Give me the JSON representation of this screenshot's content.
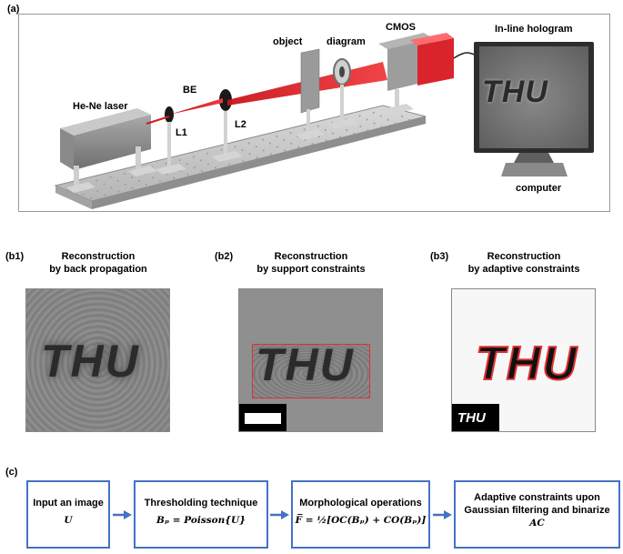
{
  "panels": {
    "a": "(a)",
    "b1": "(b1)",
    "b2": "(b2)",
    "b3": "(b3)",
    "c": "(c)"
  },
  "setup": {
    "laser": "He-Ne laser",
    "be": "BE",
    "l1": "L1",
    "l2": "L2",
    "object": "object",
    "diagram": "diagram",
    "cmos": "CMOS",
    "hologram": "In-line hologram",
    "computer": "computer",
    "monitor_text": "THU"
  },
  "reconstructions": [
    {
      "line1": "Reconstruction",
      "line2": "by back propagation",
      "text": "THU"
    },
    {
      "line1": "Reconstruction",
      "line2": "by support constraints",
      "text": "THU"
    },
    {
      "line1": "Reconstruction",
      "line2": "by adaptive constraints",
      "text": "THU",
      "inset_text": "THU"
    }
  ],
  "flow": [
    {
      "title": "Input an image",
      "formula": "U"
    },
    {
      "title": "Thresholding technique",
      "formula": "Bₚ = Poisson{U}"
    },
    {
      "title": "Morphological operations",
      "formula": "F̅ = ½[OC(Bₚ) + CO(Bₚ)]"
    },
    {
      "title": "Adaptive constraints upon Gaussian filtering and binarize",
      "formula": "AC"
    }
  ],
  "colors": {
    "flow_border": "#4472c4",
    "beam": "#e8262a",
    "camera": "#d9242b",
    "support_box": "#e03030"
  }
}
